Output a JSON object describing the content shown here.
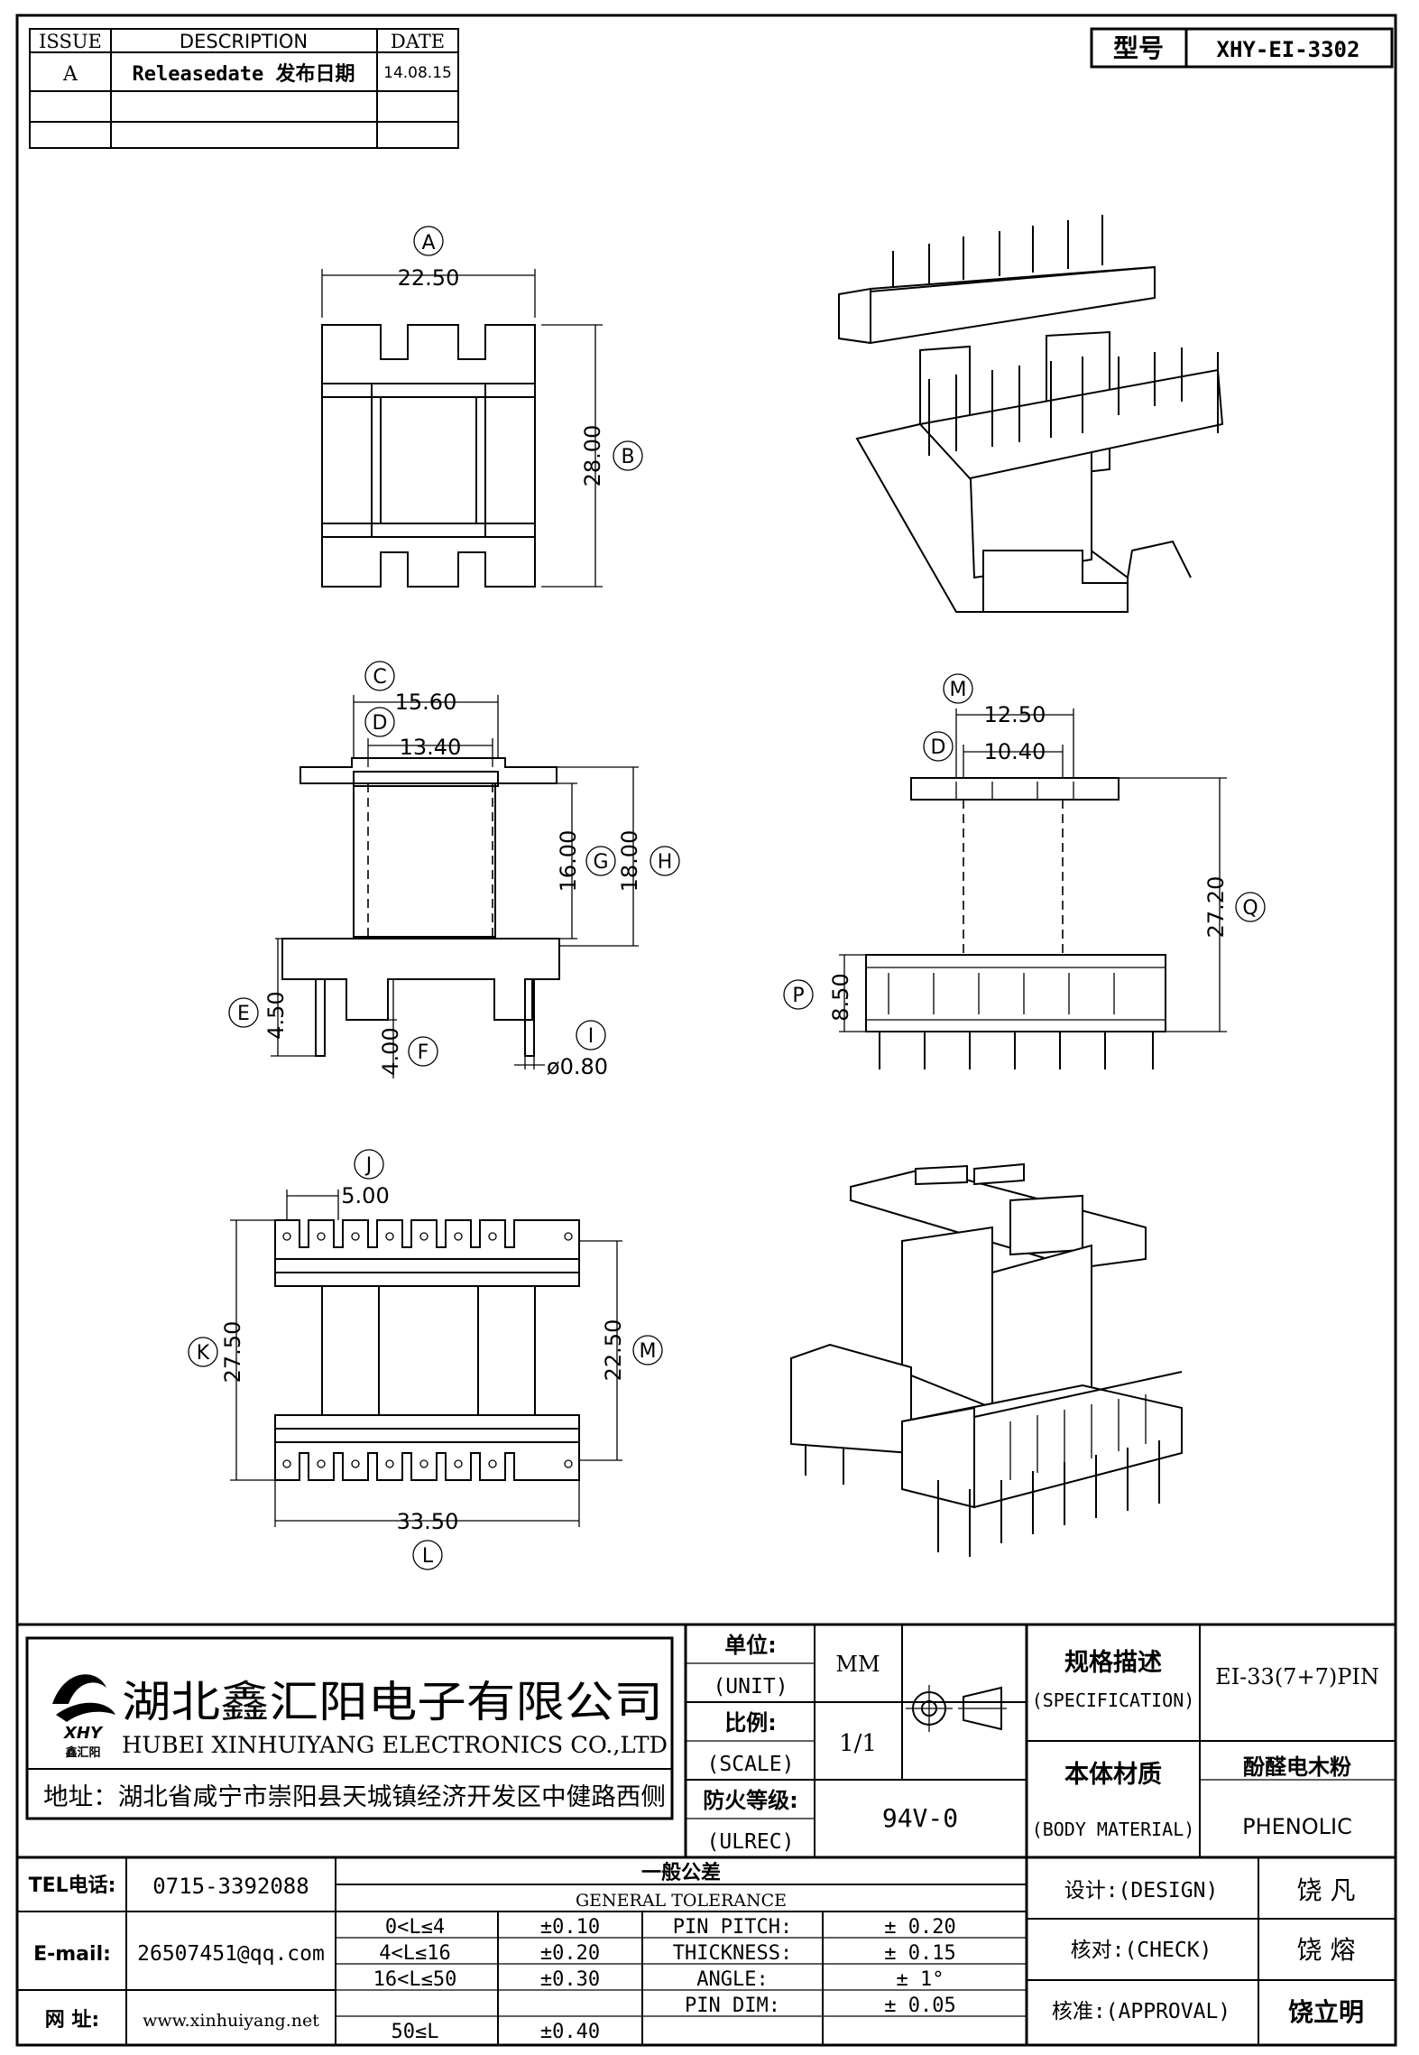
{
  "revision_table": {
    "headers": [
      "ISSUE",
      "DESCRIPTION",
      "DATE"
    ],
    "rows": [
      {
        "issue": "A",
        "description": "Releasedate 发布日期",
        "date": "14.08.15"
      }
    ]
  },
  "model_box": {
    "label": "型号",
    "value": "XHY-EI-3302"
  },
  "dimensions": {
    "A": "22.50",
    "B": "28.00",
    "C": "15.60",
    "D": "13.40",
    "G": "16.00",
    "H": "18.00",
    "E": "4.50",
    "F": "4.00",
    "I": "ø0.80",
    "M_side": "12.50",
    "D_side": "10.40",
    "Q": "27.20",
    "P": "8.50",
    "J": "5.00",
    "K": "27.50",
    "M_bottom": "22.50",
    "L": "33.50"
  },
  "callouts": {
    "A": "A",
    "B": "B",
    "C": "C",
    "D": "D",
    "E": "E",
    "F": "F",
    "G": "G",
    "H": "H",
    "I": "I",
    "J": "J",
    "K": "K",
    "L": "L",
    "M": "M",
    "P": "P",
    "Q": "Q"
  },
  "company": {
    "logo_text": "XHY",
    "logo_sub": "鑫汇阳",
    "name_cn": "湖北鑫汇阳电子有限公司",
    "name_en": "HUBEI XINHUIYANG ELECTRONICS CO.,LTD",
    "address": "地址：湖北省咸宁市崇阳县天城镇经济开发区中健路西侧"
  },
  "title_block": {
    "unit_label_cn": "单位:",
    "unit_label_en": "(UNIT)",
    "unit_value": "MM",
    "scale_label_cn": "比例:",
    "scale_label_en": "(SCALE)",
    "scale_value": "1/1",
    "fire_label_cn": "防火等级:",
    "fire_label_en": "(ULREC)",
    "fire_value": "94V-0",
    "spec_label_cn": "规格描述",
    "spec_label_en": "(SPECIFICATION)",
    "spec_value": "EI-33(7+7)PIN",
    "material_label_cn": "本体材质",
    "material_label_en": "(BODY MATERIAL)",
    "material_value_cn": "酚醛电木粉",
    "material_value_en": "PHENOLIC"
  },
  "contact": {
    "tel_label": "TEL电话:",
    "tel": "0715-3392088",
    "email_label": "E-mail:",
    "email": "26507451@qq.com",
    "web_label": "网   址:",
    "web": "www.xinhuiyang.net"
  },
  "tolerance": {
    "title_cn": "一般公差",
    "title_en": "GENERAL TOLERANCE",
    "rows": [
      {
        "range": "0<L≤4",
        "tol": "±0.10",
        "item": "PIN PITCH:",
        "val": "± 0.20"
      },
      {
        "range": "4<L≤16",
        "tol": "±0.20",
        "item": "THICKNESS:",
        "val": "± 0.15"
      },
      {
        "range": "16<L≤50",
        "tol": "±0.30",
        "item": "ANGLE:",
        "val": "± 1°"
      },
      {
        "range": "50≤L",
        "tol": "±0.40",
        "item": "PIN DIM:",
        "val": "± 0.05"
      }
    ]
  },
  "approvals": {
    "design_label": "设计:(DESIGN)",
    "design_name": "饶  凡",
    "check_label": "核对:(CHECK)",
    "check_name": "饶  熔",
    "approval_label": "核准:(APPROVAL)",
    "approval_name": "饶立明"
  }
}
